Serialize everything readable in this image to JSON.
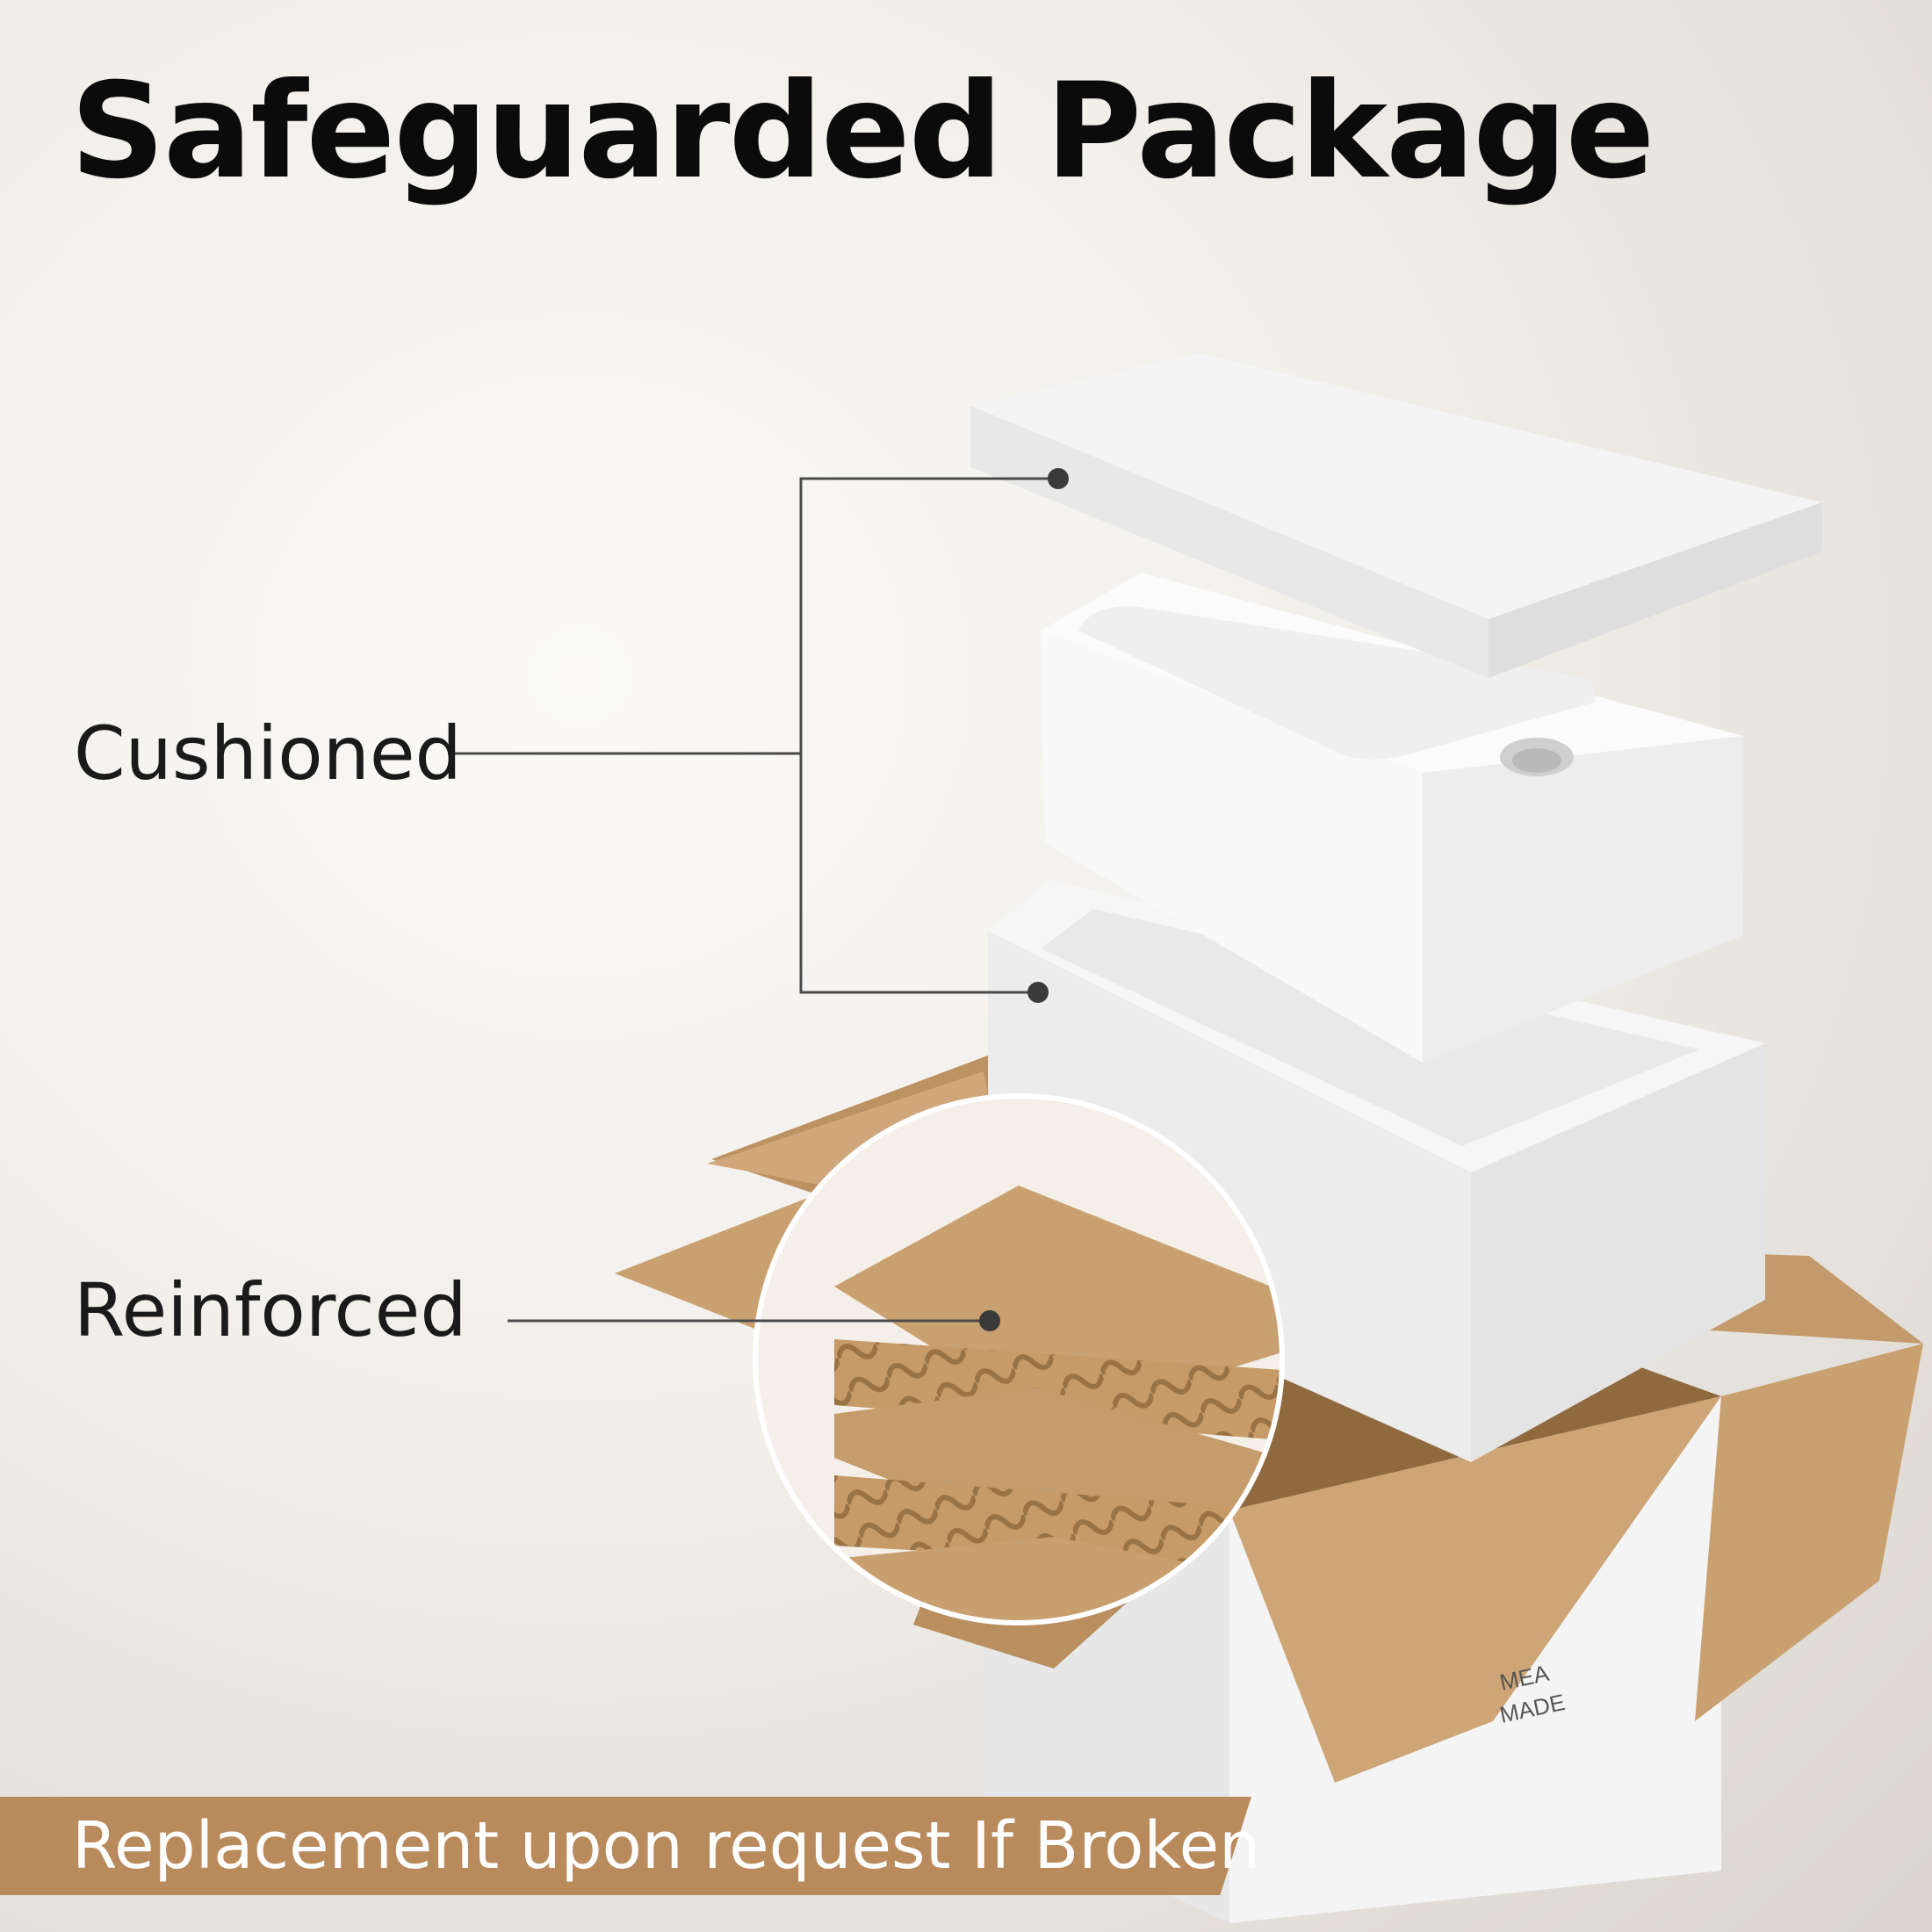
{
  "title": "Safeguarded Package",
  "labels": {
    "cushioned": "Cushioned",
    "reinforced": "Reinforced"
  },
  "box_print": {
    "line1": "MEA",
    "line2": "MADE"
  },
  "footer": {
    "text": "Replacement upon request If Broken"
  },
  "colors": {
    "cardboard": "#c9a170",
    "cardboard_dark": "#a8804f",
    "foam": "#f3f3f3",
    "footer_band": "#b98a5c",
    "text": "#0b0b0b"
  }
}
